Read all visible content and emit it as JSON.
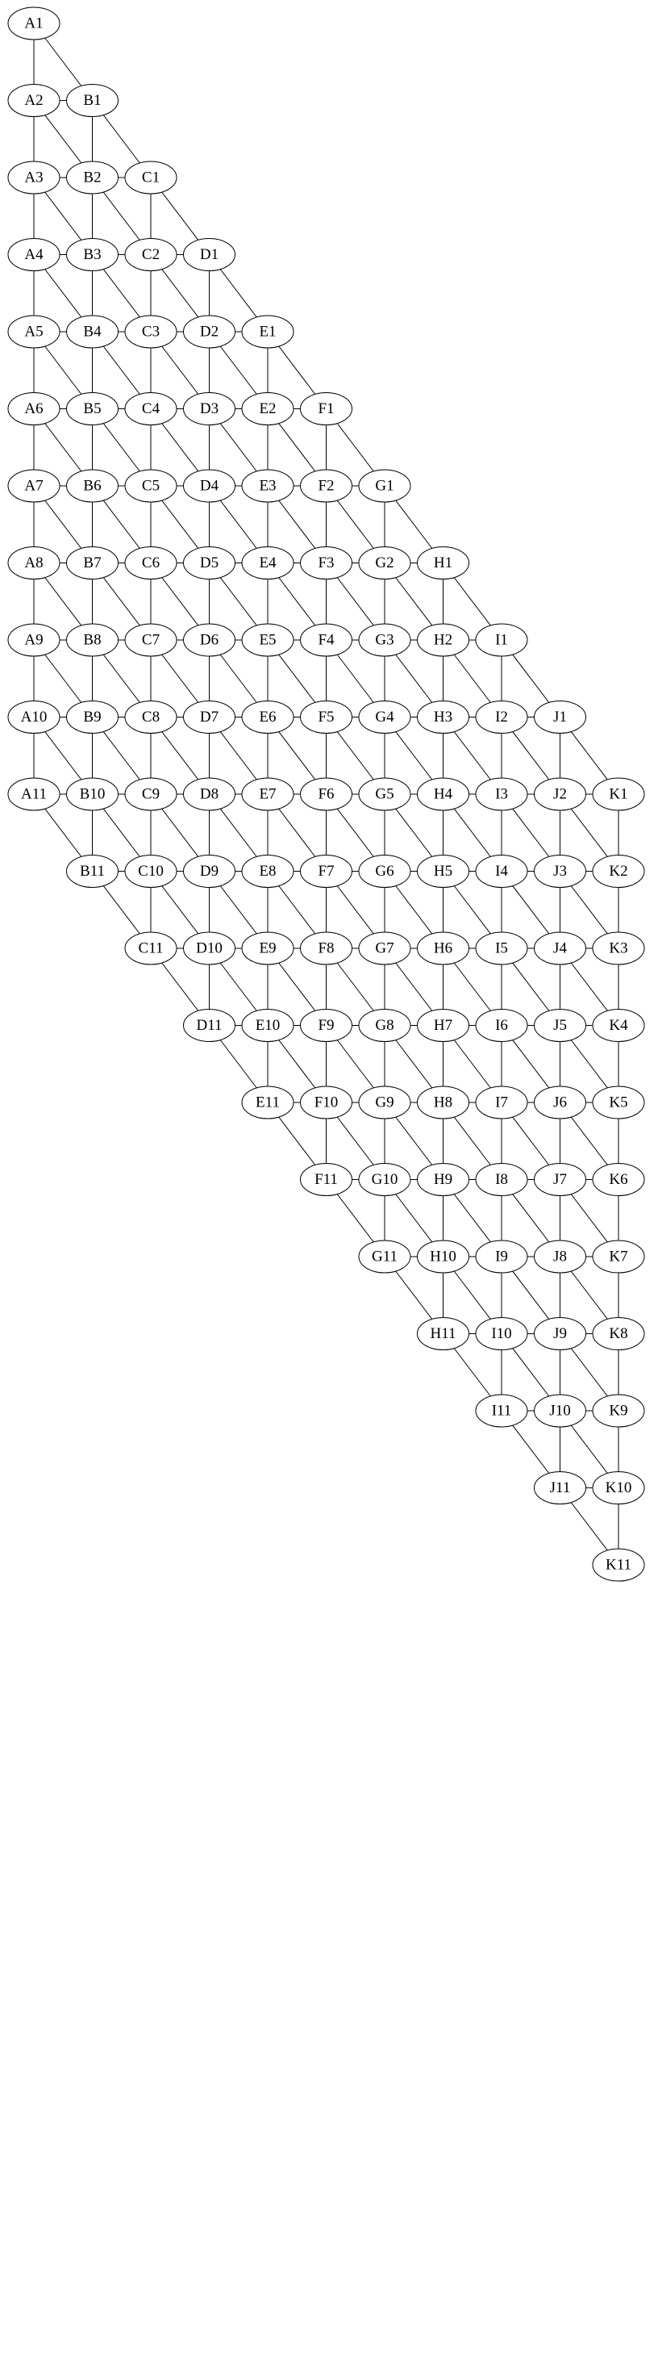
{
  "graph": {
    "nodes": [
      "A1",
      "A2",
      "A3",
      "A4",
      "A5",
      "A6",
      "A7",
      "A8",
      "A9",
      "A10",
      "A11",
      "B1",
      "B2",
      "B3",
      "B4",
      "B5",
      "B6",
      "B7",
      "B8",
      "B9",
      "B10",
      "B11",
      "C1",
      "C2",
      "C3",
      "C4",
      "C5",
      "C6",
      "C7",
      "C8",
      "C9",
      "C10",
      "C11",
      "D1",
      "D2",
      "D3",
      "D4",
      "D5",
      "D6",
      "D7",
      "D8",
      "D9",
      "D10",
      "D11",
      "E1",
      "E2",
      "E3",
      "E4",
      "E5",
      "E6",
      "E7",
      "E8",
      "E9",
      "E10",
      "E11",
      "F1",
      "F2",
      "F3",
      "F4",
      "F5",
      "F6",
      "F7",
      "F8",
      "F9",
      "F10",
      "F11",
      "G1",
      "G2",
      "G3",
      "G4",
      "G5",
      "G6",
      "G7",
      "G8",
      "G9",
      "G10",
      "G11",
      "H1",
      "H2",
      "H3",
      "H4",
      "H5",
      "H6",
      "H7",
      "H8",
      "H9",
      "H10",
      "H11",
      "I1",
      "I2",
      "I3",
      "I4",
      "I5",
      "I6",
      "I7",
      "I8",
      "I9",
      "I10",
      "I11",
      "J1",
      "J2",
      "J3",
      "J4",
      "J5",
      "J6",
      "J7",
      "J8",
      "J9",
      "J10",
      "J11",
      "K1",
      "K2",
      "K3",
      "K4",
      "K5",
      "K6",
      "K7",
      "K8",
      "K9",
      "K10",
      "K11"
    ],
    "edges": [
      [
        "A1",
        "A2"
      ],
      [
        "A1",
        "B1"
      ],
      [
        "B1",
        "A2"
      ],
      [
        "B1",
        "B2"
      ],
      [
        "B1",
        "C1"
      ],
      [
        "A2",
        "A3"
      ],
      [
        "A2",
        "B2"
      ],
      [
        "C1",
        "B2"
      ],
      [
        "C1",
        "C2"
      ],
      [
        "C1",
        "D1"
      ],
      [
        "B2",
        "A3"
      ],
      [
        "B2",
        "B3"
      ],
      [
        "B2",
        "C2"
      ],
      [
        "D1",
        "C2"
      ],
      [
        "D1",
        "D2"
      ],
      [
        "D1",
        "E1"
      ],
      [
        "A3",
        "A4"
      ],
      [
        "A3",
        "B3"
      ],
      [
        "C2",
        "B3"
      ],
      [
        "C2",
        "C3"
      ],
      [
        "C2",
        "D2"
      ],
      [
        "E1",
        "D2"
      ],
      [
        "E1",
        "E2"
      ],
      [
        "E1",
        "F1"
      ],
      [
        "B3",
        "A4"
      ],
      [
        "B3",
        "B4"
      ],
      [
        "B3",
        "C3"
      ],
      [
        "D2",
        "C3"
      ],
      [
        "D2",
        "D3"
      ],
      [
        "D2",
        "E2"
      ],
      [
        "F1",
        "E2"
      ],
      [
        "F1",
        "F2"
      ],
      [
        "F1",
        "G1"
      ],
      [
        "A4",
        "A5"
      ],
      [
        "A4",
        "B4"
      ],
      [
        "C3",
        "B4"
      ],
      [
        "C3",
        "C4"
      ],
      [
        "C3",
        "D3"
      ],
      [
        "E2",
        "D3"
      ],
      [
        "E2",
        "E3"
      ],
      [
        "E2",
        "F2"
      ],
      [
        "G1",
        "F2"
      ],
      [
        "G1",
        "G2"
      ],
      [
        "G1",
        "H1"
      ],
      [
        "B4",
        "A5"
      ],
      [
        "B4",
        "B5"
      ],
      [
        "B4",
        "C4"
      ],
      [
        "D3",
        "C4"
      ],
      [
        "D3",
        "D4"
      ],
      [
        "D3",
        "E3"
      ],
      [
        "F2",
        "E3"
      ],
      [
        "F2",
        "F3"
      ],
      [
        "F2",
        "G2"
      ],
      [
        "H1",
        "G2"
      ],
      [
        "H1",
        "H2"
      ],
      [
        "H1",
        "I1"
      ],
      [
        "A5",
        "A6"
      ],
      [
        "A5",
        "B5"
      ],
      [
        "C4",
        "B5"
      ],
      [
        "C4",
        "C5"
      ],
      [
        "C4",
        "D4"
      ],
      [
        "E3",
        "D4"
      ],
      [
        "E3",
        "E4"
      ],
      [
        "E3",
        "F3"
      ],
      [
        "G2",
        "F3"
      ],
      [
        "G2",
        "G3"
      ],
      [
        "G2",
        "H2"
      ],
      [
        "I1",
        "H2"
      ],
      [
        "I1",
        "I2"
      ],
      [
        "I1",
        "J1"
      ],
      [
        "B5",
        "A6"
      ],
      [
        "B5",
        "B6"
      ],
      [
        "B5",
        "C5"
      ],
      [
        "D4",
        "C5"
      ],
      [
        "D4",
        "D5"
      ],
      [
        "D4",
        "E4"
      ],
      [
        "F3",
        "E4"
      ],
      [
        "F3",
        "F4"
      ],
      [
        "F3",
        "G3"
      ],
      [
        "H2",
        "G3"
      ],
      [
        "H2",
        "H3"
      ],
      [
        "H2",
        "I2"
      ],
      [
        "J1",
        "I2"
      ],
      [
        "J1",
        "J2"
      ],
      [
        "J1",
        "K1"
      ],
      [
        "A6",
        "A7"
      ],
      [
        "A6",
        "B6"
      ],
      [
        "C5",
        "B6"
      ],
      [
        "C5",
        "C6"
      ],
      [
        "C5",
        "D5"
      ],
      [
        "E4",
        "D5"
      ],
      [
        "E4",
        "E5"
      ],
      [
        "E4",
        "F4"
      ],
      [
        "G3",
        "F4"
      ],
      [
        "G3",
        "G4"
      ],
      [
        "G3",
        "H3"
      ],
      [
        "I2",
        "H3"
      ],
      [
        "I2",
        "I3"
      ],
      [
        "I2",
        "J2"
      ],
      [
        "K1",
        "J2"
      ],
      [
        "K1",
        "K2"
      ],
      [
        "B6",
        "A7"
      ],
      [
        "B6",
        "B7"
      ],
      [
        "B6",
        "C6"
      ],
      [
        "D5",
        "C6"
      ],
      [
        "D5",
        "D6"
      ],
      [
        "D5",
        "E5"
      ],
      [
        "F4",
        "E5"
      ],
      [
        "F4",
        "F5"
      ],
      [
        "F4",
        "G4"
      ],
      [
        "H3",
        "G4"
      ],
      [
        "H3",
        "H4"
      ],
      [
        "H3",
        "I3"
      ],
      [
        "J2",
        "I3"
      ],
      [
        "J2",
        "J3"
      ],
      [
        "J2",
        "K2"
      ],
      [
        "A7",
        "A8"
      ],
      [
        "A7",
        "B7"
      ],
      [
        "C6",
        "B7"
      ],
      [
        "C6",
        "C7"
      ],
      [
        "C6",
        "D6"
      ],
      [
        "E5",
        "D6"
      ],
      [
        "E5",
        "E6"
      ],
      [
        "E5",
        "F5"
      ],
      [
        "G4",
        "F5"
      ],
      [
        "G4",
        "G5"
      ],
      [
        "G4",
        "H4"
      ],
      [
        "I3",
        "H4"
      ],
      [
        "I3",
        "I4"
      ],
      [
        "I3",
        "J3"
      ],
      [
        "K2",
        "J3"
      ],
      [
        "K2",
        "K3"
      ],
      [
        "B7",
        "A8"
      ],
      [
        "B7",
        "B8"
      ],
      [
        "B7",
        "C7"
      ],
      [
        "D6",
        "C7"
      ],
      [
        "D6",
        "D7"
      ],
      [
        "D6",
        "E6"
      ],
      [
        "F5",
        "E6"
      ],
      [
        "F5",
        "F6"
      ],
      [
        "F5",
        "G5"
      ],
      [
        "H4",
        "G5"
      ],
      [
        "H4",
        "H5"
      ],
      [
        "H4",
        "I4"
      ],
      [
        "J3",
        "I4"
      ],
      [
        "J3",
        "J4"
      ],
      [
        "J3",
        "K3"
      ],
      [
        "A8",
        "A9"
      ],
      [
        "A8",
        "B8"
      ],
      [
        "C7",
        "B8"
      ],
      [
        "C7",
        "C8"
      ],
      [
        "C7",
        "D7"
      ],
      [
        "E6",
        "D7"
      ],
      [
        "E6",
        "E7"
      ],
      [
        "E6",
        "F6"
      ],
      [
        "G5",
        "F6"
      ],
      [
        "G5",
        "G6"
      ],
      [
        "G5",
        "H5"
      ],
      [
        "I4",
        "H5"
      ],
      [
        "I4",
        "I5"
      ],
      [
        "I4",
        "J4"
      ],
      [
        "K3",
        "J4"
      ],
      [
        "K3",
        "K4"
      ],
      [
        "B8",
        "A9"
      ],
      [
        "B8",
        "B9"
      ],
      [
        "B8",
        "C8"
      ],
      [
        "D7",
        "C8"
      ],
      [
        "D7",
        "D8"
      ],
      [
        "D7",
        "E7"
      ],
      [
        "F6",
        "E7"
      ],
      [
        "F6",
        "F7"
      ],
      [
        "F6",
        "G6"
      ],
      [
        "H5",
        "G6"
      ],
      [
        "H5",
        "H6"
      ],
      [
        "H5",
        "I5"
      ],
      [
        "J4",
        "I5"
      ],
      [
        "J4",
        "J5"
      ],
      [
        "J4",
        "K4"
      ],
      [
        "A9",
        "A10"
      ],
      [
        "A9",
        "B9"
      ],
      [
        "C8",
        "B9"
      ],
      [
        "C8",
        "C9"
      ],
      [
        "C8",
        "D8"
      ],
      [
        "E7",
        "D8"
      ],
      [
        "E7",
        "E8"
      ],
      [
        "E7",
        "F7"
      ],
      [
        "G6",
        "F7"
      ],
      [
        "G6",
        "G7"
      ],
      [
        "G6",
        "H6"
      ],
      [
        "I5",
        "H6"
      ],
      [
        "I5",
        "I6"
      ],
      [
        "I5",
        "J5"
      ],
      [
        "K4",
        "J5"
      ],
      [
        "K4",
        "K5"
      ],
      [
        "B9",
        "A10"
      ],
      [
        "B9",
        "B10"
      ],
      [
        "B9",
        "C9"
      ],
      [
        "D8",
        "C9"
      ],
      [
        "D8",
        "D9"
      ],
      [
        "D8",
        "E8"
      ],
      [
        "F7",
        "E8"
      ],
      [
        "F7",
        "F8"
      ],
      [
        "F7",
        "G7"
      ],
      [
        "H6",
        "G7"
      ],
      [
        "H6",
        "H7"
      ],
      [
        "H6",
        "I6"
      ],
      [
        "J5",
        "I6"
      ],
      [
        "J5",
        "J6"
      ],
      [
        "J5",
        "K5"
      ],
      [
        "A10",
        "A11"
      ],
      [
        "A10",
        "B10"
      ],
      [
        "C9",
        "B10"
      ],
      [
        "C9",
        "C10"
      ],
      [
        "C9",
        "D9"
      ],
      [
        "E8",
        "D9"
      ],
      [
        "E8",
        "E9"
      ],
      [
        "E8",
        "F8"
      ],
      [
        "G7",
        "F8"
      ],
      [
        "G7",
        "G8"
      ],
      [
        "G7",
        "H7"
      ],
      [
        "I6",
        "H7"
      ],
      [
        "I6",
        "I7"
      ],
      [
        "I6",
        "J6"
      ],
      [
        "K5",
        "J6"
      ],
      [
        "K5",
        "K6"
      ],
      [
        "B10",
        "A11"
      ],
      [
        "B10",
        "B11"
      ],
      [
        "B10",
        "C10"
      ],
      [
        "D9",
        "C10"
      ],
      [
        "D9",
        "D10"
      ],
      [
        "D9",
        "E9"
      ],
      [
        "F8",
        "E9"
      ],
      [
        "F8",
        "F9"
      ],
      [
        "F8",
        "G8"
      ],
      [
        "H7",
        "G8"
      ],
      [
        "H7",
        "H8"
      ],
      [
        "H7",
        "I7"
      ],
      [
        "J6",
        "I7"
      ],
      [
        "J6",
        "J7"
      ],
      [
        "J6",
        "K6"
      ],
      [
        "A11",
        "B11"
      ],
      [
        "C10",
        "B11"
      ],
      [
        "C10",
        "C11"
      ],
      [
        "C10",
        "D10"
      ],
      [
        "E9",
        "D10"
      ],
      [
        "E9",
        "E10"
      ],
      [
        "E9",
        "F9"
      ],
      [
        "G8",
        "F9"
      ],
      [
        "G8",
        "G9"
      ],
      [
        "G8",
        "H8"
      ],
      [
        "I7",
        "H8"
      ],
      [
        "I7",
        "I8"
      ],
      [
        "I7",
        "J7"
      ],
      [
        "K6",
        "J7"
      ],
      [
        "K6",
        "K7"
      ],
      [
        "B11",
        "C11"
      ],
      [
        "D10",
        "C11"
      ],
      [
        "D10",
        "D11"
      ],
      [
        "D10",
        "E10"
      ],
      [
        "F9",
        "E10"
      ],
      [
        "F9",
        "F10"
      ],
      [
        "F9",
        "G9"
      ],
      [
        "H8",
        "G9"
      ],
      [
        "H8",
        "H9"
      ],
      [
        "H8",
        "I8"
      ],
      [
        "J7",
        "I8"
      ],
      [
        "J7",
        "J8"
      ],
      [
        "J7",
        "K7"
      ],
      [
        "C11",
        "D11"
      ],
      [
        "E10",
        "D11"
      ],
      [
        "E10",
        "E11"
      ],
      [
        "E10",
        "F10"
      ],
      [
        "G9",
        "F10"
      ],
      [
        "G9",
        "G10"
      ],
      [
        "G9",
        "H9"
      ],
      [
        "I8",
        "H9"
      ],
      [
        "I8",
        "I9"
      ],
      [
        "I8",
        "J8"
      ],
      [
        "K7",
        "J8"
      ],
      [
        "K7",
        "K8"
      ],
      [
        "D11",
        "E11"
      ],
      [
        "F10",
        "E11"
      ],
      [
        "F10",
        "F11"
      ],
      [
        "F10",
        "G10"
      ],
      [
        "H9",
        "G10"
      ],
      [
        "H9",
        "H10"
      ],
      [
        "H9",
        "I9"
      ],
      [
        "J8",
        "I9"
      ],
      [
        "J8",
        "J9"
      ],
      [
        "J8",
        "K8"
      ],
      [
        "E11",
        "F11"
      ],
      [
        "G10",
        "F11"
      ],
      [
        "G10",
        "G11"
      ],
      [
        "G10",
        "H10"
      ],
      [
        "I9",
        "H10"
      ],
      [
        "I9",
        "I10"
      ],
      [
        "I9",
        "J9"
      ],
      [
        "K8",
        "J9"
      ],
      [
        "K8",
        "K9"
      ],
      [
        "F11",
        "G11"
      ],
      [
        "H10",
        "G11"
      ],
      [
        "H10",
        "H11"
      ],
      [
        "H10",
        "I10"
      ],
      [
        "J9",
        "I10"
      ],
      [
        "J9",
        "J10"
      ],
      [
        "J9",
        "K9"
      ],
      [
        "G11",
        "H11"
      ],
      [
        "I10",
        "H11"
      ],
      [
        "I10",
        "I11"
      ],
      [
        "I10",
        "J10"
      ],
      [
        "K9",
        "J10"
      ],
      [
        "K9",
        "K10"
      ],
      [
        "H11",
        "I11"
      ],
      [
        "J10",
        "I11"
      ],
      [
        "J10",
        "J11"
      ],
      [
        "J10",
        "K10"
      ],
      [
        "I11",
        "J11"
      ],
      [
        "K10",
        "J11"
      ],
      [
        "K10",
        "K11"
      ],
      [
        "J11",
        "K11"
      ]
    ]
  }
}
